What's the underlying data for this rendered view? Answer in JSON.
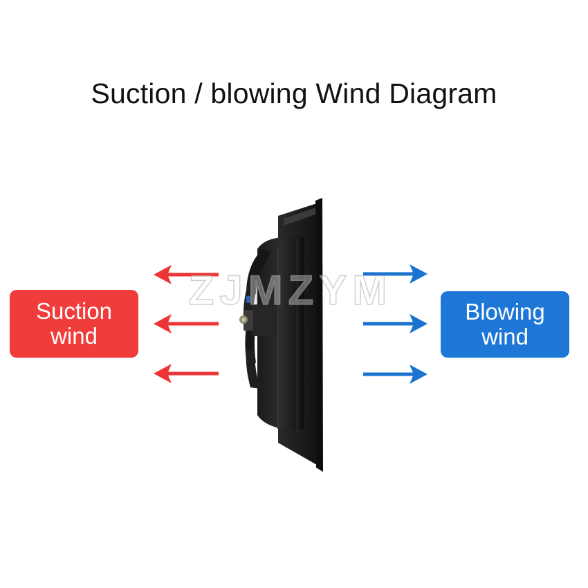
{
  "title": "Suction / blowing Wind Diagram",
  "watermark": "ZJMZYM",
  "suction": {
    "line1": "Suction",
    "line2": "wind",
    "color": "#f13c3c",
    "arrow_color": "#ee3535",
    "arrow_direction": "left"
  },
  "blowing": {
    "line1": "Blowing",
    "line2": "wind",
    "color": "#1e77d6",
    "arrow_color": "#1a73d0",
    "arrow_direction": "right"
  },
  "fan": {
    "icon": "radiator-fan-side-view"
  }
}
